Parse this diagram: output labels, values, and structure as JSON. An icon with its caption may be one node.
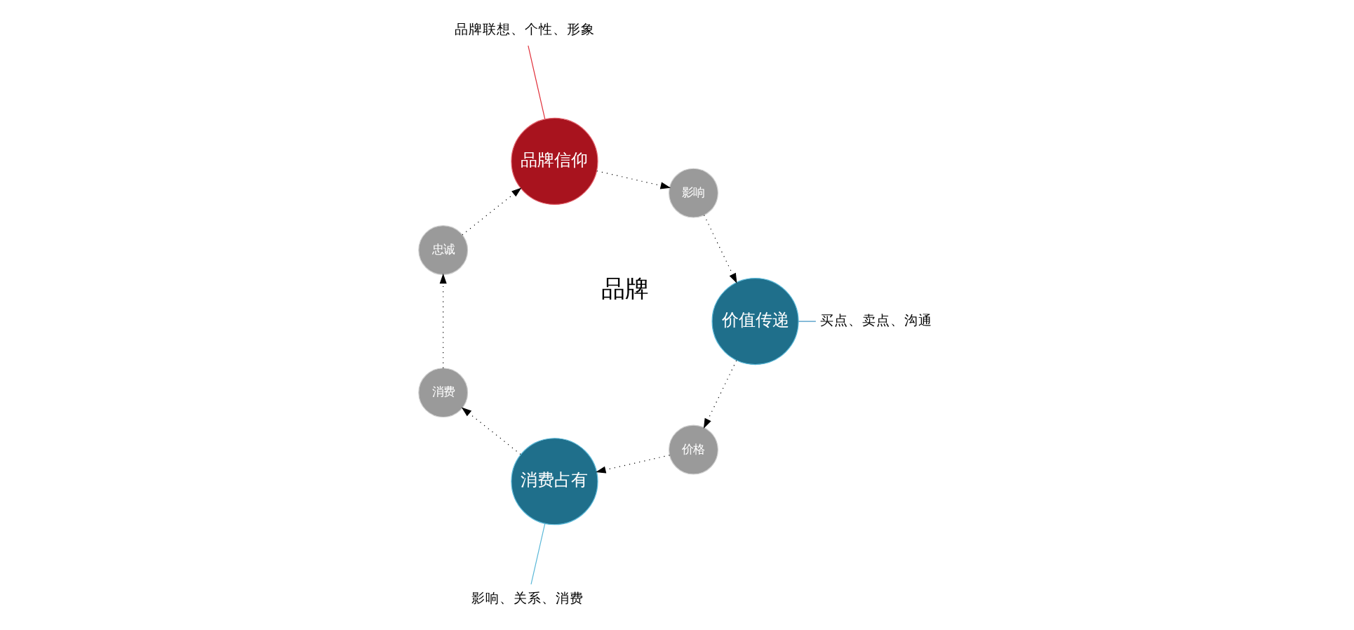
{
  "diagram": {
    "nodes": [
      {
        "text": [
          "消费占有"
        ]
      },
      {
        "text": [
          "消费"
        ]
      },
      {
        "text": [
          "忠诚"
        ]
      },
      {
        "text": [
          "品牌信仰"
        ]
      },
      {
        "text": [
          "影响"
        ]
      },
      {
        "text": [
          "价值传递"
        ]
      },
      {
        "text": [
          "价格"
        ]
      },
      {
        "text": [
          "影响、关系、消费"
        ]
      },
      {
        "text": [
          "品牌联想、个性、形象"
        ]
      },
      {
        "text": [
          "买点、卖点、沟通"
        ]
      }
    ],
    "edges": [
      {
        "from": 0,
        "to": 1,
        "arrow": "to",
        "style": "dashed"
      },
      {
        "from": 1,
        "to": 2,
        "arrow": "to",
        "style": "dashed"
      },
      {
        "from": 2,
        "to": 3,
        "arrow": "to",
        "style": "dashed"
      },
      {
        "from": 3,
        "to": 4,
        "arrow": "to",
        "style": "dashed"
      },
      {
        "from": 4,
        "to": 5,
        "arrow": "to",
        "style": "dashed"
      },
      {
        "from": 5,
        "to": 6,
        "arrow": "to",
        "style": "dashed"
      },
      {
        "from": 6,
        "to": 0,
        "arrow": "to",
        "style": "dashed"
      },
      {
        "from": 7,
        "to": 0,
        "arrow": "none",
        "color": "#5bb8d8"
      },
      {
        "from": 8,
        "to": 3,
        "arrow": "none",
        "color": "#e0303a"
      },
      {
        "from": 9,
        "to": 5,
        "arrow": "none",
        "color": "#3a8fc0"
      }
    ],
    "labels": [
      "品牌"
    ]
  }
}
